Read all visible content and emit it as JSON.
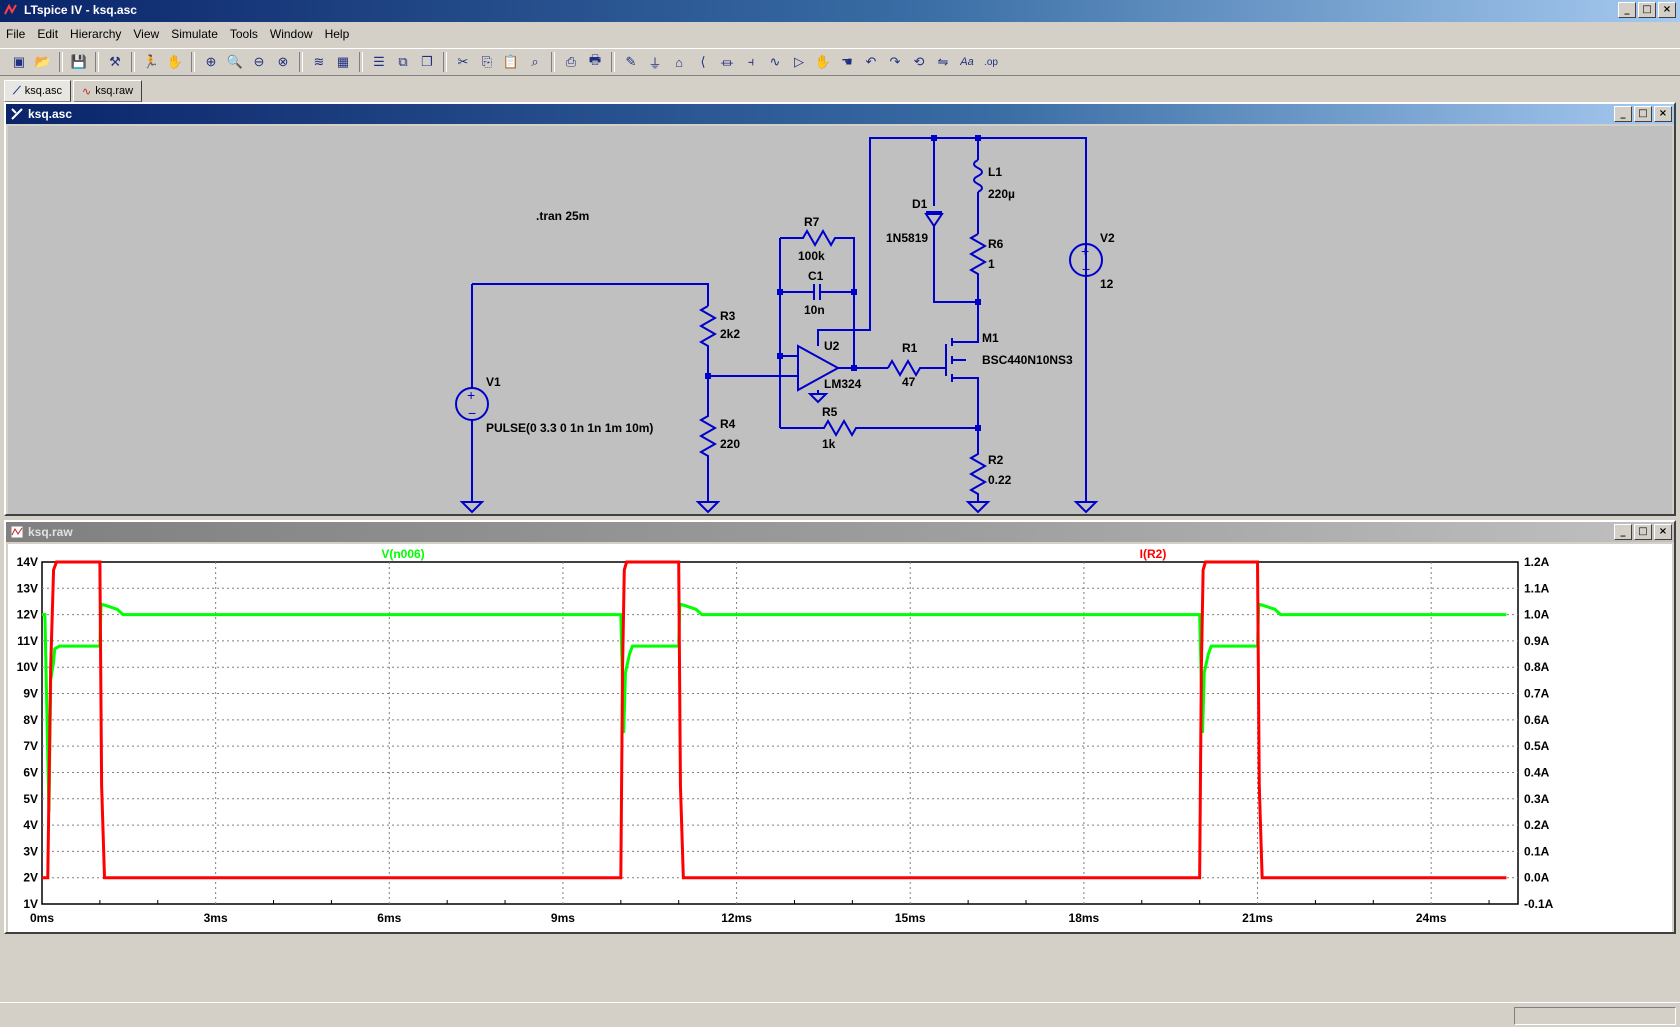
{
  "app": {
    "title": "LTspice IV - ksq.asc"
  },
  "menu": [
    "File",
    "Edit",
    "Hierarchy",
    "View",
    "Simulate",
    "Tools",
    "Window",
    "Help"
  ],
  "toolbar_icons": [
    "new-schematic",
    "open",
    "save",
    "control-panel",
    "run",
    "halt",
    "zoom-in",
    "zoom-pan",
    "zoom-out",
    "zoom-fit",
    "autorange",
    "grid",
    "tile-horizontal",
    "tile-vertical",
    "cascade",
    "cut",
    "copy",
    "paste",
    "find",
    "print-setup",
    "print",
    "draw-wire",
    "ground",
    "label-net",
    "component",
    "resistor",
    "capacitor",
    "inductor",
    "diode",
    "move",
    "drag",
    "undo",
    "redo",
    "rotate",
    "mirror",
    "text",
    "spice-directive"
  ],
  "tabs": [
    {
      "label": "ksq.asc"
    },
    {
      "label": "ksq.raw"
    }
  ],
  "schematic": {
    "title": "ksq.asc",
    "directive": ".tran 25m",
    "components": {
      "v1_name": "V1",
      "v1_value": "PULSE(0 3.3 0 1n 1n 1m 10m)",
      "r3_name": "R3",
      "r3_value": "2k2",
      "r4_name": "R4",
      "r4_value": "220",
      "r7_name": "R7",
      "r7_value": "100k",
      "c1_name": "C1",
      "c1_value": "10n",
      "u2_name": "U2",
      "u2_value": "LM324",
      "r5_name": "R5",
      "r5_value": "1k",
      "r1_name": "R1",
      "r1_value": "47",
      "m1_name": "M1",
      "m1_value": "BSC440N10NS3",
      "d1_name": "D1",
      "d1_value": "1N5819",
      "l1_name": "L1",
      "l1_value": "220µ",
      "r6_name": "R6",
      "r6_value": "1",
      "r2_name": "R2",
      "r2_value": "0.22",
      "v2_name": "V2",
      "v2_value": "12"
    }
  },
  "plot": {
    "title": "ksq.raw",
    "chart_data": {
      "type": "line",
      "x_unit": "ms",
      "xlim": [
        0,
        25.5
      ],
      "x_ticks": [
        "0ms",
        "3ms",
        "6ms",
        "9ms",
        "12ms",
        "15ms",
        "18ms",
        "21ms",
        "24ms"
      ],
      "y_left_ticks": [
        "14V",
        "13V",
        "12V",
        "11V",
        "10V",
        "9V",
        "8V",
        "7V",
        "6V",
        "5V",
        "4V",
        "3V",
        "2V",
        "1V"
      ],
      "y_right_ticks": [
        "1.2A",
        "1.1A",
        "1.0A",
        "0.9A",
        "0.8A",
        "0.7A",
        "0.6A",
        "0.5A",
        "0.4A",
        "0.3A",
        "0.2A",
        "0.1A",
        "0.0A",
        "-0.1A"
      ],
      "ylim_left": [
        1,
        14
      ],
      "ylim_right": [
        -0.1,
        1.2
      ],
      "series": [
        {
          "name": "V(n006)",
          "color": "#00ff00",
          "axis": "left",
          "x": [
            0,
            0.05,
            0.12,
            0.15,
            0.2,
            0.22,
            0.3,
            0.35,
            1.0,
            1.02,
            1.1,
            1.3,
            1.4,
            10.0,
            10.05,
            10.08,
            10.15,
            10.2,
            10.3,
            11.0,
            11.02,
            11.1,
            11.3,
            11.4,
            20.0,
            20.05,
            20.08,
            20.15,
            20.2,
            20.3,
            21.0,
            21.02,
            21.1,
            21.3,
            21.4,
            25.3
          ],
          "y": [
            12,
            12,
            4.5,
            9.5,
            10.2,
            10.7,
            10.8,
            10.8,
            10.8,
            12.4,
            12.35,
            12.2,
            12.0,
            12.0,
            7.5,
            9.8,
            10.5,
            10.8,
            10.8,
            10.8,
            12.4,
            12.35,
            12.2,
            12.0,
            12.0,
            7.5,
            9.8,
            10.5,
            10.8,
            10.8,
            10.8,
            12.4,
            12.35,
            12.2,
            12.0,
            12.0
          ]
        },
        {
          "name": "I(R2)",
          "color": "#ff0000",
          "axis": "right",
          "x": [
            0,
            0.1,
            0.15,
            0.2,
            0.25,
            1.0,
            1.03,
            1.08,
            1.15,
            10.0,
            10.03,
            10.06,
            10.1,
            10.15,
            11.0,
            11.03,
            11.08,
            11.15,
            20.0,
            20.03,
            20.06,
            20.1,
            20.15,
            21.0,
            21.03,
            21.08,
            21.15,
            25.3
          ],
          "y": [
            0.0,
            0.0,
            0.8,
            1.17,
            1.2,
            1.2,
            0.35,
            0.0,
            0.0,
            0.0,
            0.8,
            1.17,
            1.2,
            1.2,
            1.2,
            0.35,
            0.0,
            0.0,
            0.0,
            0.8,
            1.17,
            1.2,
            1.2,
            1.2,
            0.35,
            0.0,
            0.0,
            0.0
          ]
        }
      ]
    }
  }
}
